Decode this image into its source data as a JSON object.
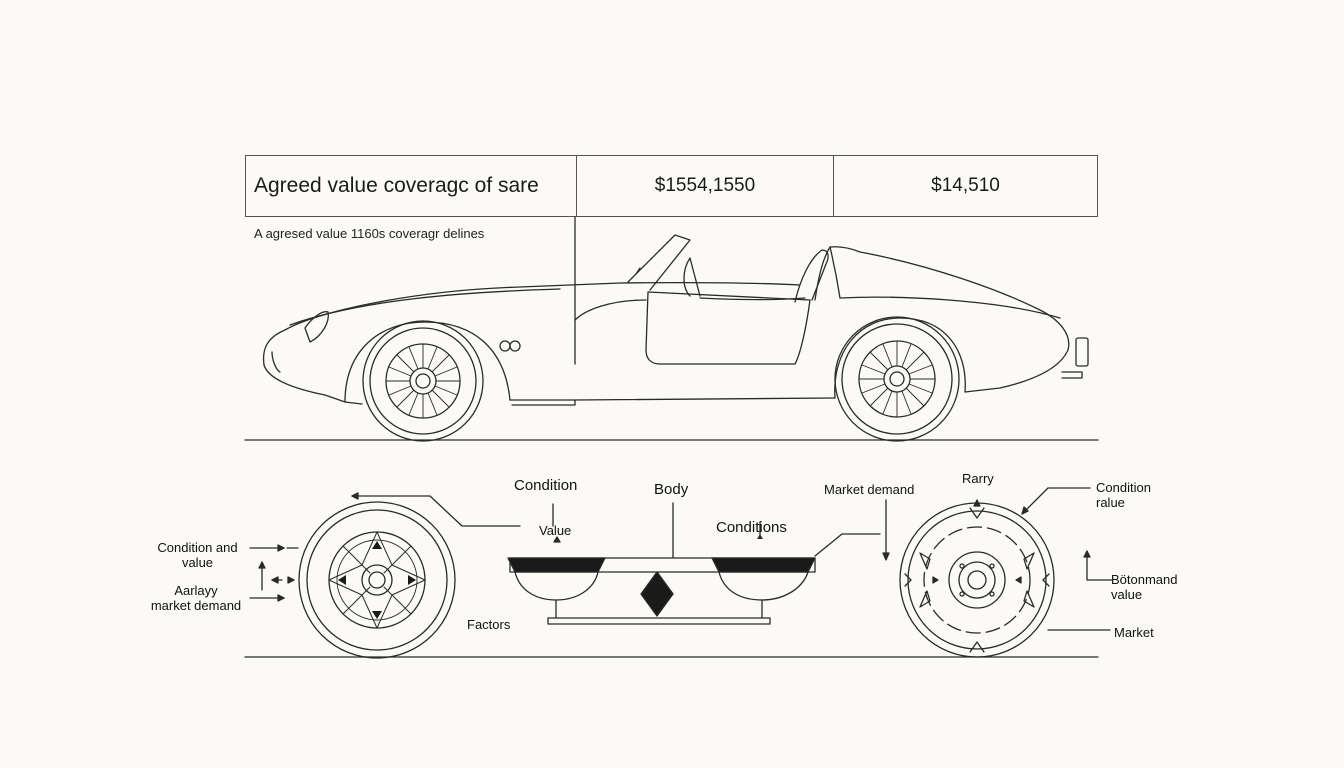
{
  "header": {
    "title": "Agreed value coveragc of sare",
    "value_1": "$1554,1550",
    "value_2": "$14,510"
  },
  "subtitle": "A agresed value 1160s coveragr delines",
  "labels": {
    "condition_and_value": "Condition and\nvalue",
    "aarlayy_market_demand": "Aarlayy\nmarket demand",
    "condition": "Condition",
    "value": "Value",
    "body": "Body",
    "conditions": "Conditions",
    "factors": "Factors",
    "market_demand": "Market demand",
    "rarry": "Rarry",
    "condition_value_right": "Condition\nralue",
    "bostonmand_value": "Bötonmand\nvalue",
    "market": "Market"
  },
  "colors": {
    "line": "#2a2a2a",
    "background": "#fbfaf7",
    "fill_dark": "#1a1a1a"
  }
}
